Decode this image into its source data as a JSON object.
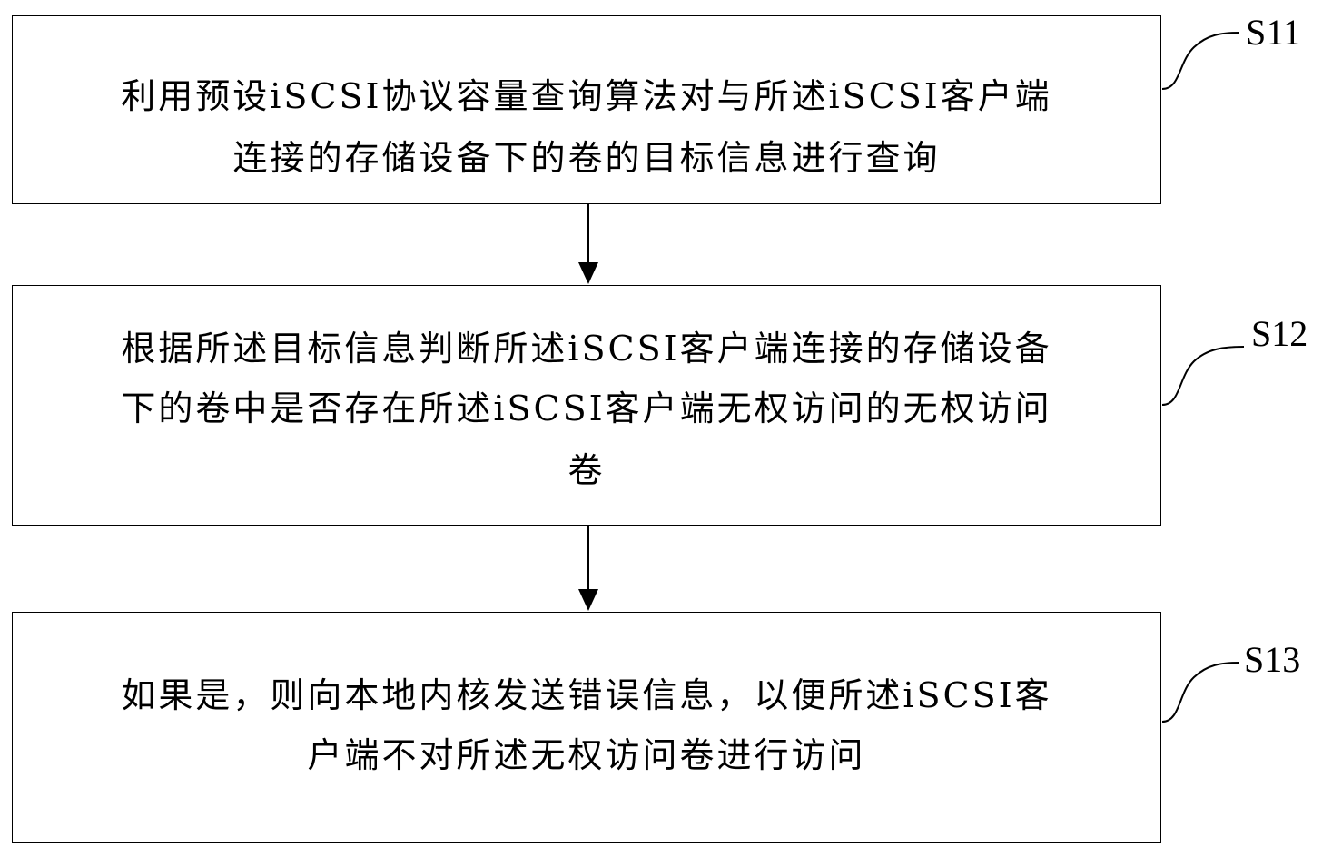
{
  "steps": [
    {
      "id": "S11",
      "lines": [
        "利用预设iSCSI协议容量查询算法对与所述iSCSI客户端",
        "连接的存储设备下的卷的目标信息进行查询"
      ]
    },
    {
      "id": "S12",
      "lines": [
        "根据所述目标信息判断所述iSCSI客户端连接的存储设备",
        "下的卷中是否存在所述iSCSI客户端无权访问的无权访问",
        "卷"
      ]
    },
    {
      "id": "S13",
      "lines": [
        "如果是，则向本地内核发送错误信息，以便所述iSCSI客",
        "户端不对所述无权访问卷进行访问"
      ]
    }
  ]
}
